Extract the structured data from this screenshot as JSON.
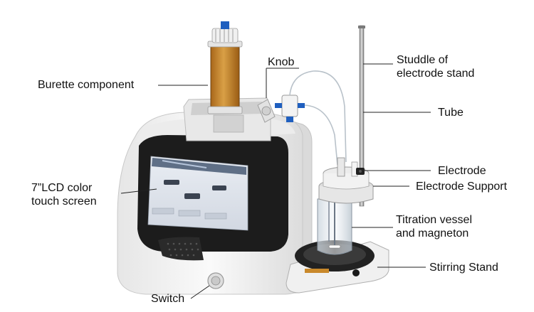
{
  "labels": {
    "burette": "Burette component",
    "knob": "Knob",
    "studdle": [
      "Studdle of",
      "electrode stand"
    ],
    "tube": "Tube",
    "lcd": [
      "7”LCD color",
      "touch screen"
    ],
    "electrode": "Electrode",
    "electrode_support": "Electrode Support",
    "titration": [
      "Titration vessel",
      "and magneton"
    ],
    "stirring_stand": "Stirring Stand",
    "switch": "Switch"
  },
  "colors": {
    "body": "#f2f2f2",
    "bezel": "#1c1c1c",
    "screen": "#dfe3ea",
    "reagent": "#c9892b",
    "accent_blue": "#1f5fbf",
    "leader": "#222222"
  }
}
